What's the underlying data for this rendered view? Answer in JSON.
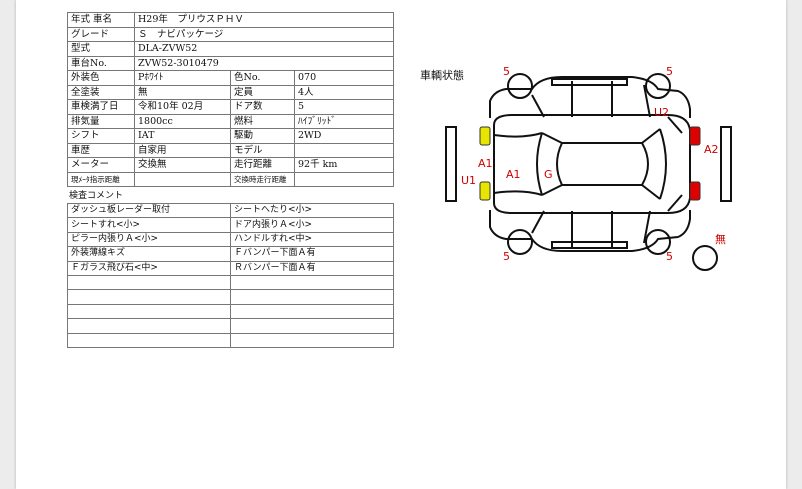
{
  "spec_rows": [
    {
      "l1": "年式 車名",
      "v1": "H29年　プリウスＰＨＶ",
      "l2": "",
      "v2": "",
      "span": true
    },
    {
      "l1": "グレード",
      "v1": "Ｓ　ナビパッケージ",
      "l2": "",
      "v2": "",
      "span": true
    },
    {
      "l1": "型式",
      "v1": "DLA-ZVW52",
      "l2": "",
      "v2": "",
      "span": true
    },
    {
      "l1": "車台No.",
      "v1": "ZVW52-3010479",
      "l2": "",
      "v2": "",
      "span": true
    },
    {
      "l1": "外装色",
      "v1": "Pﾎﾜｲﾄ",
      "l2": "色No.",
      "v2": "070"
    },
    {
      "l1": "全塗装",
      "v1": "無",
      "l2": "定員",
      "v2": "4人"
    },
    {
      "l1": "車検満了日",
      "v1": "令和10年 02月",
      "l2": "ドア数",
      "v2": "5"
    },
    {
      "l1": "排気量",
      "v1": "1800cc",
      "l2": "燃料",
      "v2": "ﾊｲﾌﾞﾘｯﾄﾞ"
    },
    {
      "l1": "シフト",
      "v1": "IAT",
      "l2": "駆動",
      "v2": "2WD"
    },
    {
      "l1": "車歴",
      "v1": "自家用",
      "l2": "モデル",
      "v2": ""
    },
    {
      "l1": "メーター",
      "v1": "交換無",
      "l2": "走行距離",
      "v2": "92千 km"
    },
    {
      "l1": "現ﾒｰﾀ指示距離",
      "v1": "",
      "l2": "交換時走行距離",
      "v2": "",
      "small": true
    }
  ],
  "comments_header": "検査コメント",
  "comments": [
    [
      "ダッシュ板レーダー取付",
      "シートへたり<小>"
    ],
    [
      "シートすれ<小>",
      "ドア内張りＡ<小>"
    ],
    [
      "ピラー内張りＡ<小>",
      "ハンドルすれ<中>"
    ],
    [
      "外装薄線キズ",
      "Ｆバンパー下面Ａ有"
    ],
    [
      "Ｆガラス飛び石<中>",
      "Ｒバンパー下面Ａ有"
    ],
    [
      "",
      ""
    ],
    [
      "",
      ""
    ],
    [
      "",
      ""
    ],
    [
      "",
      ""
    ],
    [
      "",
      ""
    ]
  ],
  "diagram": {
    "title": "車輌状態",
    "labels": {
      "tl5": "5",
      "tr5": "5",
      "bl5": "5",
      "br5": "5",
      "u2": "U2",
      "a2": "A2",
      "a1_front": "A1",
      "u1": "U1",
      "a1_side": "A1",
      "g": "G",
      "mu": "無"
    },
    "colors": {
      "yellow": "#e8e600",
      "red": "#e00000",
      "label": "#d00000"
    }
  }
}
